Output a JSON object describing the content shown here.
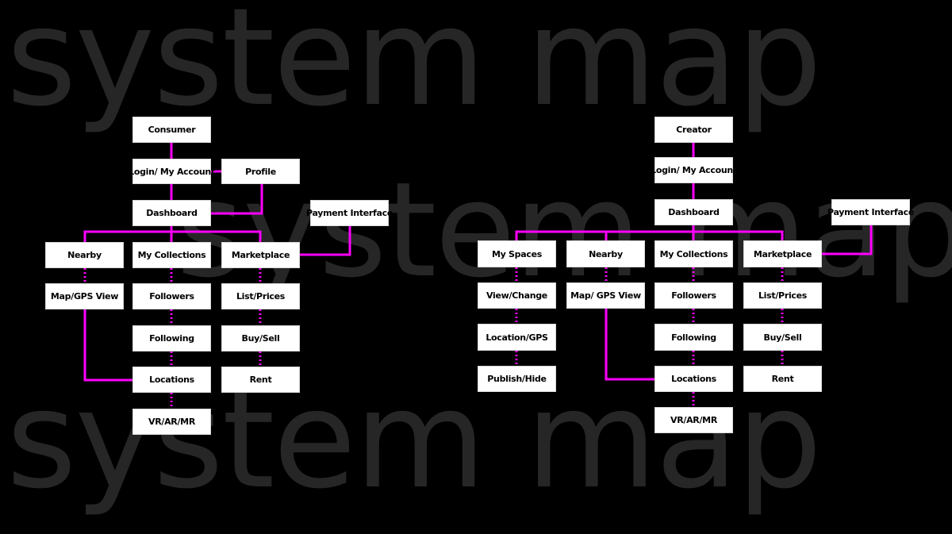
{
  "background_text": [
    "system map",
    "system map",
    "system map"
  ],
  "colors": {
    "background": "#000000",
    "connector": "#ff00ff",
    "node_fill": "#ffffff",
    "node_text": "#000000",
    "watermark": "#262626"
  },
  "consumer": {
    "root": "Consumer",
    "login": "Login/ My Account",
    "profile": "Profile",
    "dashboard": "Dashboard",
    "payment": "Payment Interface",
    "nearby": "Nearby",
    "map_gps": "Map/GPS View",
    "my_collections": "My Collections",
    "followers": "Followers",
    "following": "Following",
    "locations": "Locations",
    "vr_ar_mr": "VR/AR/MR",
    "marketplace": "Marketplace",
    "list_prices": "List/Prices",
    "buy_sell": "Buy/Sell",
    "rent": "Rent"
  },
  "creator": {
    "root": "Creator",
    "login": "Login/ My Account",
    "dashboard": "Dashboard",
    "payment": "Payment Interface",
    "my_spaces": "My Spaces",
    "view_change": "View/Change",
    "location_gps": "Location/GPS",
    "publish_hide": "Publish/Hide",
    "nearby": "Nearby",
    "map_gps": "Map/ GPS View",
    "my_collections": "My Collections",
    "followers": "Followers",
    "following": "Following",
    "locations": "Locations",
    "vr_ar_mr": "VR/AR/MR",
    "marketplace": "Marketplace",
    "list_prices": "List/Prices",
    "buy_sell": "Buy/Sell",
    "rent": "Rent"
  }
}
